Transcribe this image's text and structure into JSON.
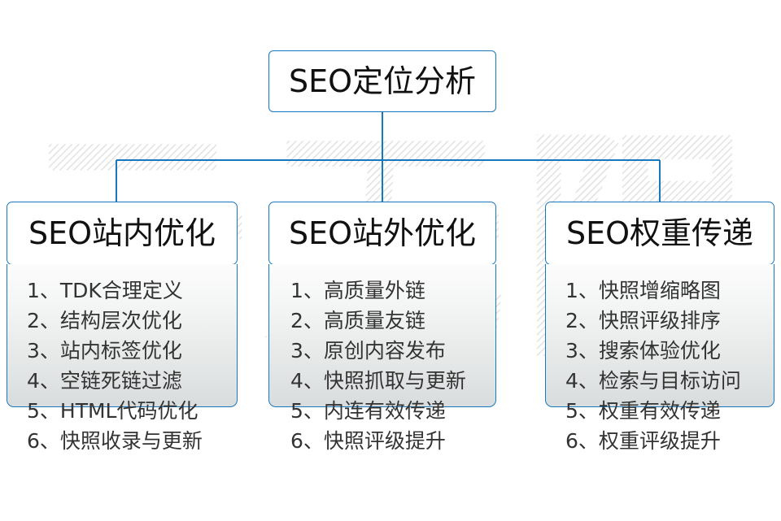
{
  "diagram": {
    "title": "SEO定位分析",
    "watermark": "云无限",
    "accent_color": "#1878be",
    "text_color": "#111111",
    "item_text_color": "#333333",
    "background_color": "#ffffff",
    "columns": [
      {
        "header": "SEO站内优化",
        "items": [
          "1、TDK合理定义",
          "2、结构层次优化",
          "3、站内标签优化",
          "4、空链死链过滤",
          "5、HTML代码优化",
          "6、快照收录与更新"
        ]
      },
      {
        "header": "SEO站外优化",
        "items": [
          "1、高质量外链",
          "2、高质量友链",
          "3、原创内容发布",
          "4、快照抓取与更新",
          "5、内连有效传递",
          "6、快照评级提升"
        ]
      },
      {
        "header": "SEO权重传递",
        "items": [
          "1、快照增缩略图",
          "2、快照评级排序",
          "3、搜索体验优化",
          "4、检索与目标访问",
          "5、权重有效传递",
          "6、权重评级提升"
        ]
      }
    ]
  }
}
